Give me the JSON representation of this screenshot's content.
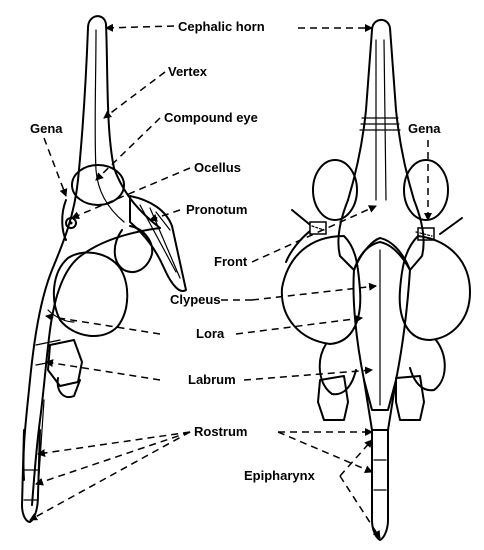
{
  "labels": {
    "cephalic_horn": "Cephalic horn",
    "vertex": "Vertex",
    "compound_eye": "Compound eye",
    "ocellus": "Ocellus",
    "pronotum": "Pronotum",
    "gena_left": "Gena",
    "gena_right": "Gena",
    "front": "Front",
    "clypeus": "Clypeus",
    "lora": "Lora",
    "labrum": "Labrum",
    "rostrum": "Rostrum",
    "epipharynx": "Epipharynx"
  }
}
